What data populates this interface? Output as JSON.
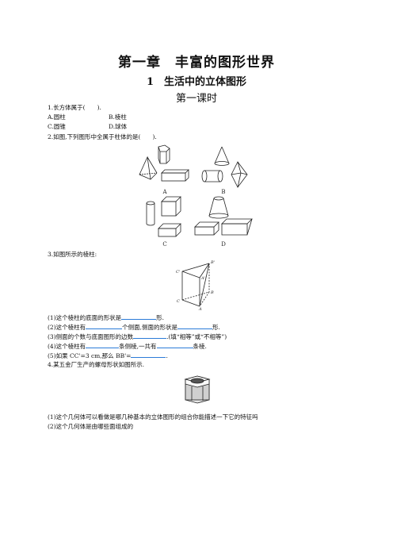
{
  "header": {
    "chapter": "第一章　丰富的图形世界",
    "section": "1　生活中的立体图形",
    "lesson": "第一课时"
  },
  "q1": {
    "stem": "1.长方体属于(　　).",
    "optA": "A.圆柱",
    "optB": "B.棱柱",
    "optC": "C.圆锥",
    "optD": "D.球体"
  },
  "q2": {
    "stem": "2.如图,下列图形中全属于柱体的是(　　).",
    "labels": [
      "A",
      "B",
      "C",
      "D"
    ]
  },
  "q3": {
    "stem": "3.如图所示的棱柱:",
    "vertex_labels": [
      "B'",
      "C'",
      "A'",
      "C",
      "B",
      "A"
    ],
    "p1a": "(1)这个棱柱的底面的形状是",
    "p1b": "形.",
    "p2a": "(2)这个棱柱有",
    "p2b": "个侧面,侧面的形状是",
    "p2c": "形.",
    "p3a": "(3)侧面的个数与底面图形的边数",
    "p3b": ".(填“相等”或“不相等”)",
    "p4a": "(4)这个棱柱有",
    "p4b": "条侧棱,一共有",
    "p4c": "条棱.",
    "p5a": "(5)如果 CC'=3 cm,那么 BB'=",
    "p5b": "."
  },
  "q4": {
    "stem": "4.某五金厂生产的螺母形状如图所示.",
    "p1": "(1)这个几何体可以看做是哪几种基本的立体图形的组合你能描述一下它的特征吗",
    "p2": "(2)这个几何体是由哪些面组成的"
  }
}
